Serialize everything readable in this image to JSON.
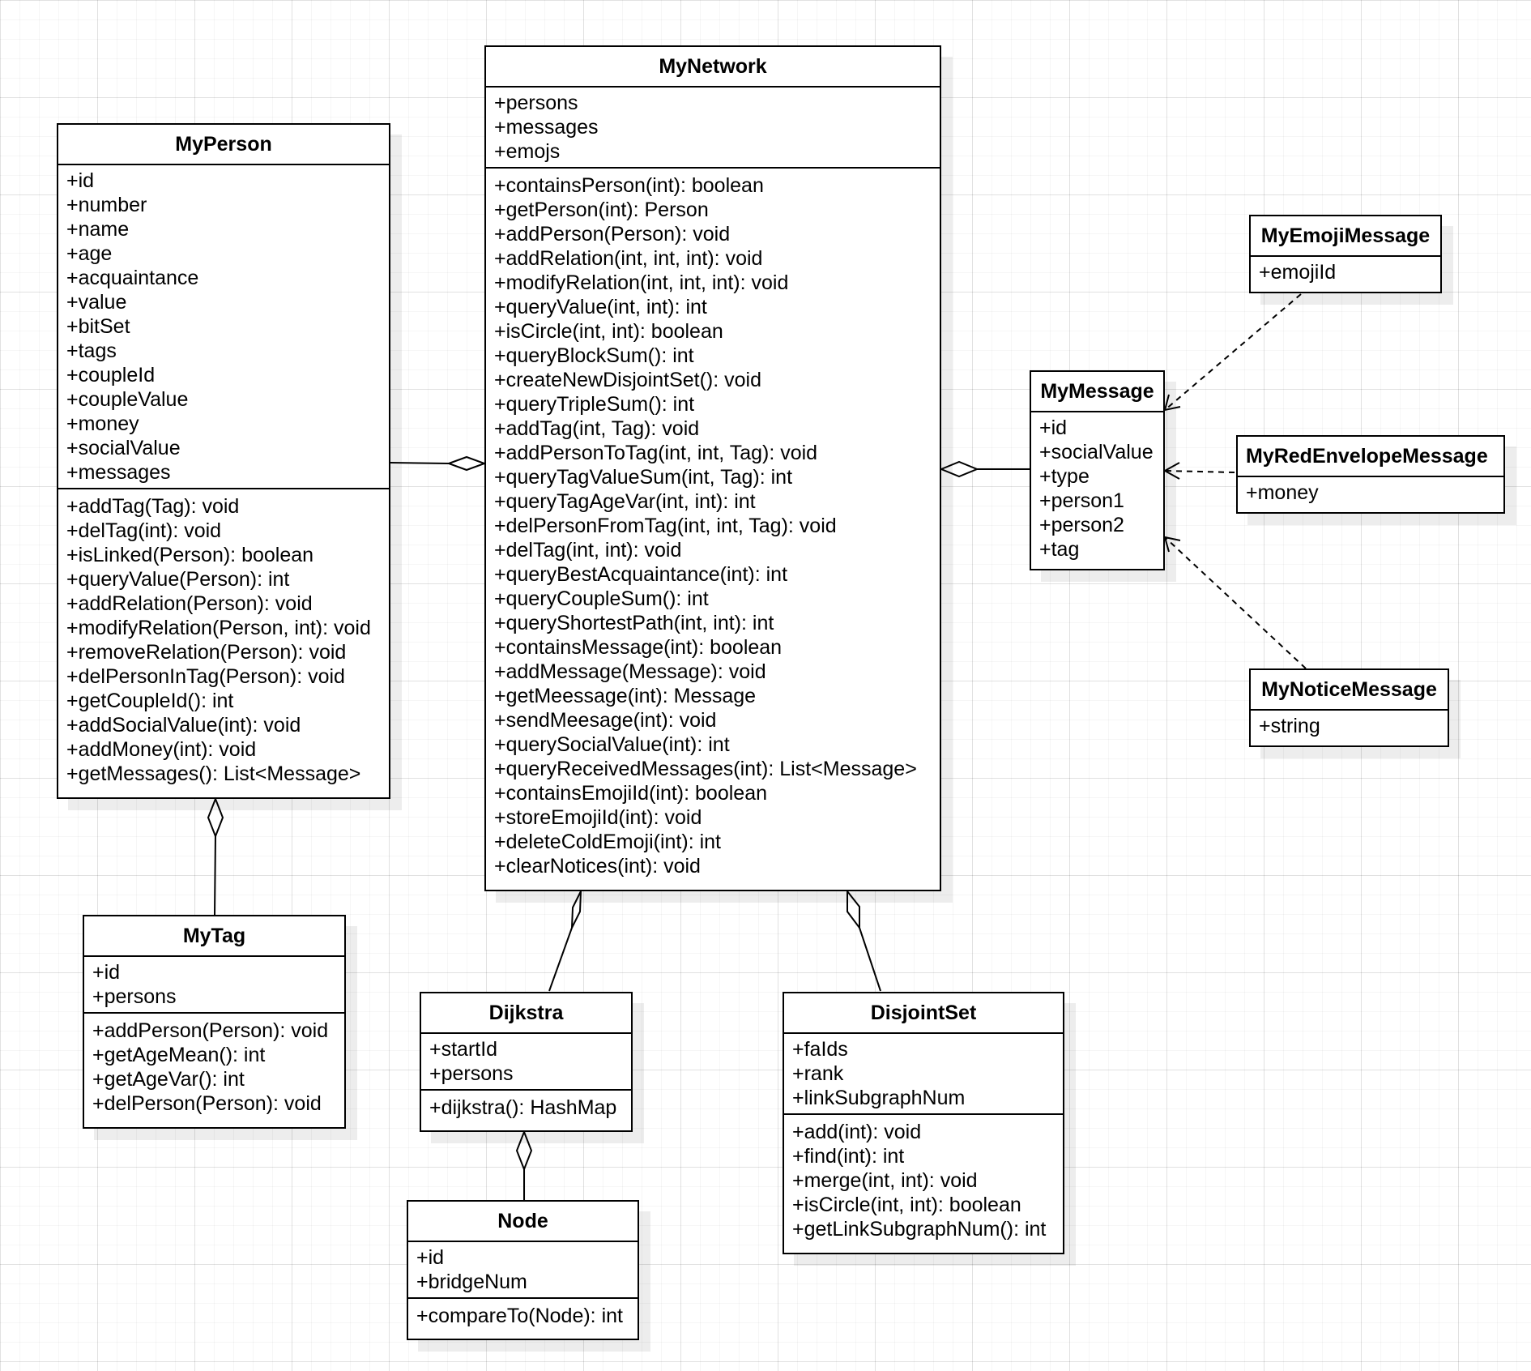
{
  "diagram": {
    "classes": {
      "my_network": {
        "name": "MyNetwork",
        "attributes": [
          "+persons",
          "+messages",
          "+emojs"
        ],
        "operations": [
          "+containsPerson(int): boolean",
          "+getPerson(int): Person",
          "+addPerson(Person): void",
          "+addRelation(int, int, int): void",
          "+modifyRelation(int, int, int): void",
          "+queryValue(int, int): int",
          "+isCircle(int, int): boolean",
          "+queryBlockSum(): int",
          "+createNewDisjointSet(): void",
          "+queryTripleSum(): int",
          "+addTag(int, Tag): void",
          "+addPersonToTag(int, int, Tag): void",
          "+queryTagValueSum(int, Tag): int",
          "+queryTagAgeVar(int, int): int",
          "+delPersonFromTag(int, int, Tag): void",
          "+delTag(int, int): void",
          "+queryBestAcquaintance(int): int",
          "+queryCoupleSum(): int",
          "+queryShortestPath(int, int): int",
          "+containsMessage(int): boolean",
          "+addMessage(Message): void",
          "+getMeessage(int): Message",
          "+sendMeesage(int): void",
          "+querySocialValue(int): int",
          "+queryReceivedMessages(int): List<Message>",
          "+containsEmojiId(int): boolean",
          "+storeEmojiId(int): void",
          "+deleteColdEmoji(int): int",
          "+clearNotices(int): void"
        ]
      },
      "my_person": {
        "name": "MyPerson",
        "attributes": [
          "+id",
          "+number",
          "+name",
          "+age",
          "+acquaintance",
          "+value",
          "+bitSet",
          "+tags",
          "+coupleId",
          "+coupleValue",
          "+money",
          "+socialValue",
          "+messages"
        ],
        "operations": [
          "+addTag(Tag): void",
          "+delTag(int): void",
          "+isLinked(Person): boolean",
          "+queryValue(Person): int",
          "+addRelation(Person): void",
          "+modifyRelation(Person, int): void",
          "+removeRelation(Person): void",
          "+delPersonInTag(Person): void",
          "+getCoupleId(): int",
          "+addSocialValue(int): void",
          "+addMoney(int): void",
          "+getMessages(): List<Message>"
        ]
      },
      "my_tag": {
        "name": "MyTag",
        "attributes": [
          "+id",
          "+persons"
        ],
        "operations": [
          "+addPerson(Person): void",
          "+getAgeMean(): int",
          "+getAgeVar(): int",
          "+delPerson(Person): void"
        ]
      },
      "dijkstra": {
        "name": "Dijkstra",
        "attributes": [
          "+startId",
          "+persons"
        ],
        "operations": [
          "+dijkstra(): HashMap"
        ]
      },
      "node": {
        "name": "Node",
        "attributes": [
          "+id",
          "+bridgeNum"
        ],
        "operations": [
          "+compareTo(Node): int"
        ]
      },
      "disjoint_set": {
        "name": "DisjointSet",
        "attributes": [
          "+faIds",
          "+rank",
          "+linkSubgraphNum"
        ],
        "operations": [
          "+add(int): void",
          "+find(int): int",
          "+merge(int, int): void",
          "+isCircle(int, int): boolean",
          "+getLinkSubgraphNum(): int"
        ]
      },
      "my_message": {
        "name": "MyMessage",
        "attributes": [
          "+id",
          "+socialValue",
          "+type",
          "+person1",
          "+person2",
          "+tag"
        ],
        "operations": []
      },
      "my_emoji_message": {
        "name": "MyEmojiMessage",
        "attributes": [
          "+emojiId"
        ],
        "operations": []
      },
      "my_red_envelope_message": {
        "name": "MyRedEnvelopeMessage",
        "attributes": [
          "+money"
        ],
        "operations": []
      },
      "my_notice_message": {
        "name": "MyNoticeMessage",
        "attributes": [
          "+string"
        ],
        "operations": []
      }
    },
    "relations": [
      {
        "type": "aggregation",
        "whole": "MyNetwork",
        "part": "MyPerson"
      },
      {
        "type": "aggregation",
        "whole": "MyNetwork",
        "part": "MyMessage"
      },
      {
        "type": "aggregation",
        "whole": "MyPerson",
        "part": "MyTag"
      },
      {
        "type": "aggregation",
        "whole": "MyNetwork",
        "part": "Dijkstra"
      },
      {
        "type": "aggregation",
        "whole": "MyNetwork",
        "part": "DisjointSet"
      },
      {
        "type": "aggregation",
        "whole": "Dijkstra",
        "part": "Node"
      },
      {
        "type": "dependency",
        "from": "MyEmojiMessage",
        "to": "MyMessage"
      },
      {
        "type": "dependency",
        "from": "MyRedEnvelopeMessage",
        "to": "MyMessage"
      },
      {
        "type": "dependency",
        "from": "MyNoticeMessage",
        "to": "MyMessage"
      }
    ]
  }
}
